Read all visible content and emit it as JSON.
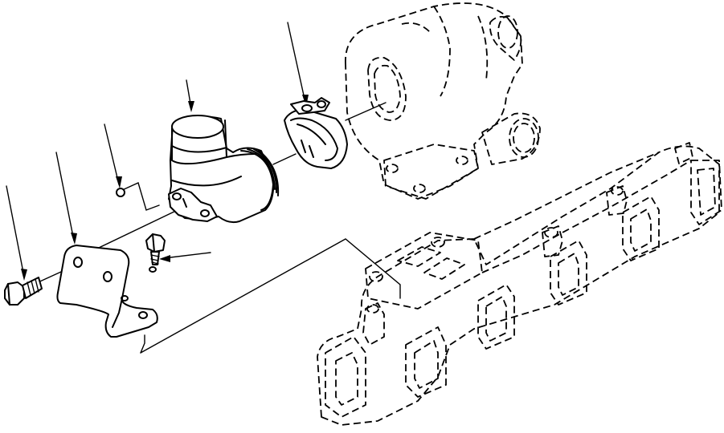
{
  "diagram": {
    "kind": "exploded-parts-view",
    "callouts": [],
    "parts": [
      {
        "id": "bolt"
      },
      {
        "id": "bracket"
      },
      {
        "id": "plug"
      },
      {
        "id": "elbow"
      },
      {
        "id": "clamp"
      },
      {
        "id": "screw"
      },
      {
        "id": "turbocharger",
        "style": "phantom"
      },
      {
        "id": "exhaust-manifold",
        "style": "phantom"
      }
    ]
  }
}
